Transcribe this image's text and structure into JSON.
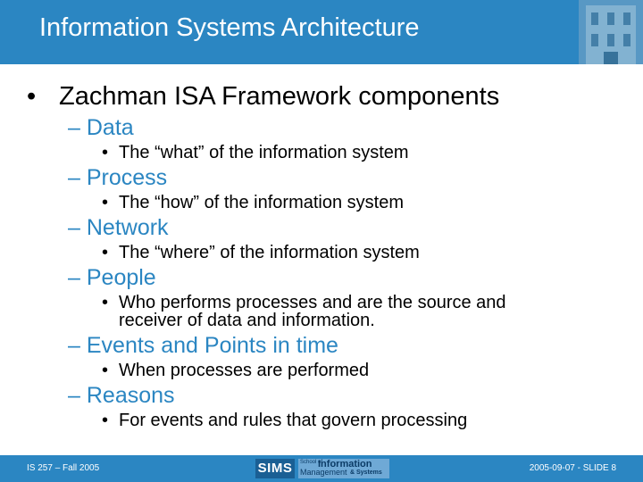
{
  "header": {
    "title": "Information Systems Architecture"
  },
  "slide": {
    "heading": "Zachman ISA Framework components",
    "bullet": "•",
    "dash": "–",
    "items": [
      {
        "label": "Data",
        "detail": [
          "The “what” of the information system"
        ]
      },
      {
        "label": "Process",
        "detail": [
          "The “how” of the information system"
        ]
      },
      {
        "label": "Network",
        "detail": [
          "The “where” of the information system"
        ]
      },
      {
        "label": "People",
        "detail": [
          "Who performs processes and are the source and",
          "receiver of data and information."
        ]
      },
      {
        "label": "Events and Points in time",
        "detail": [
          "When processes are performed"
        ]
      },
      {
        "label": "Reasons",
        "detail": [
          "For events and rules that govern processing"
        ]
      }
    ]
  },
  "footer": {
    "left": "IS 257 – Fall 2005",
    "right": "2005-09-07 - SLIDE 8",
    "logo": {
      "sims": "SIMS",
      "school_of": "School of",
      "information": "Information",
      "management": "Management",
      "systems": "& Systems"
    }
  },
  "colors": {
    "accent": "#2b86c2",
    "logo_dark": "#1a5f94",
    "logo_light": "#6fa9d6"
  }
}
